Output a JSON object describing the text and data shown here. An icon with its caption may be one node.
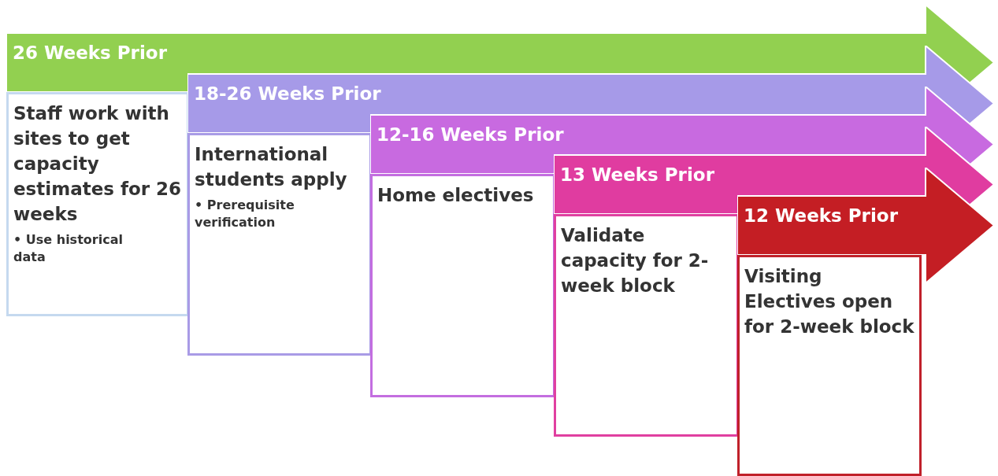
{
  "diagram": {
    "nodes": [
      {
        "text": [
          "26 Weeks Prior"
        ]
      },
      {
        "text": [
          "Staff work with sites to get capacity estimates for 26 weeks",
          "• Use historical data"
        ]
      },
      {
        "text": [
          "18-26 Weeks Prior"
        ]
      },
      {
        "text": [
          "International students apply",
          "• Prerequisite verification"
        ]
      },
      {
        "text": [
          "12-16 Weeks Prior"
        ]
      },
      {
        "text": [
          "Home electives"
        ]
      },
      {
        "text": [
          "13 Weeks Prior"
        ]
      },
      {
        "text": [
          "Validate capacity for 2-week block"
        ]
      },
      {
        "text": [
          "12 Weeks Prior"
        ]
      },
      {
        "text": [
          "Visiting Electives open for 2-week block"
        ]
      }
    ]
  }
}
